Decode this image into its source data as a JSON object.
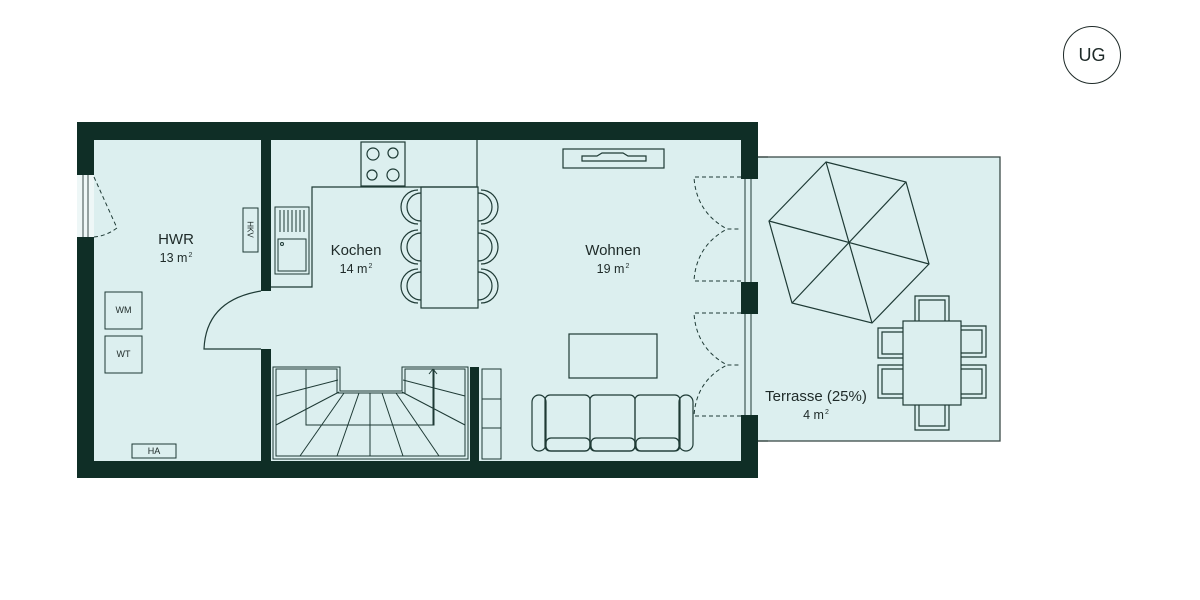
{
  "floor_badge": {
    "label": "UG"
  },
  "rooms": [
    {
      "id": "hwr",
      "name": "HWR",
      "area": "13 m",
      "area_unit_sup": "2"
    },
    {
      "id": "kochen",
      "name": "Kochen",
      "area": "14 m",
      "area_unit_sup": "2"
    },
    {
      "id": "wohnen",
      "name": "Wohnen",
      "area": "19 m",
      "area_unit_sup": "2"
    },
    {
      "id": "terrasse",
      "name": "Terrasse (25%)",
      "area": "4 m",
      "area_unit_sup": "2"
    }
  ],
  "fixtures": {
    "wm": "WM",
    "wt": "WT",
    "ha": "HA",
    "hkv": "HKV"
  },
  "colors": {
    "wall": "#0f2e26",
    "floor": "#dcefef",
    "line": "#1e3a35",
    "text": "#1e2a28"
  }
}
